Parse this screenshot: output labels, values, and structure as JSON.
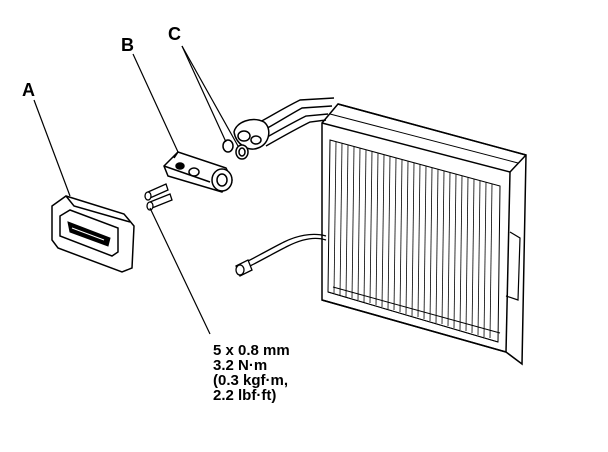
{
  "labels": {
    "a": "A",
    "b": "B",
    "c": "C"
  },
  "torque_spec": {
    "line1": "5 x 0.8 mm",
    "line2": "3.2 N·m",
    "line3": "(0.3 kgf·m,",
    "line4": "2.2 lbf·ft)"
  },
  "colors": {
    "ink": "#000000",
    "background": "#ffffff"
  }
}
